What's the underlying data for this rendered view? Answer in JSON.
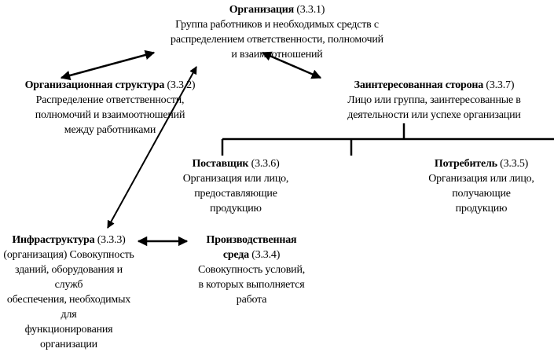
{
  "nodes": {
    "organization": {
      "title": "Организация",
      "code": "(3.3.1)",
      "lines": [
        "Группа работников и необходимых средств с",
        "распределением ответственности, полномочий",
        "и взаимоотношений"
      ]
    },
    "org_structure": {
      "title": "Организационная структура",
      "code": "(3.3.2)",
      "lines": [
        "Распределение ответственности,",
        "полномочий и взаимоотношений",
        "между работниками"
      ]
    },
    "stakeholder": {
      "title": "Заинтересованная сторона",
      "code": "(3.3.7)",
      "lines": [
        "Лицо или группа, заинтересованные в",
        "деятельности или успехе организации"
      ]
    },
    "supplier": {
      "title": "Поставщик",
      "code": "(3.3.6)",
      "lines": [
        "Организация или лицо,",
        "предоставляющие",
        "продукцию"
      ]
    },
    "customer": {
      "title": "Потребитель",
      "code": "(3.3.5)",
      "lines": [
        "Организация или лицо,",
        "получающие",
        "продукцию"
      ]
    },
    "infrastructure": {
      "title": "Инфраструктура",
      "code": "(3.3.3)",
      "lines": [
        "(организация) Совокупность",
        "зданий, оборудования и служб",
        "обеспечения, необходимых для",
        "функционирования организации"
      ]
    },
    "work_environment": {
      "title_line1": "Производственная",
      "title_line2": "среда",
      "code": "(3.3.4)",
      "lines": [
        "Совокупность условий,",
        "в которых выполняется",
        "работа"
      ]
    }
  }
}
